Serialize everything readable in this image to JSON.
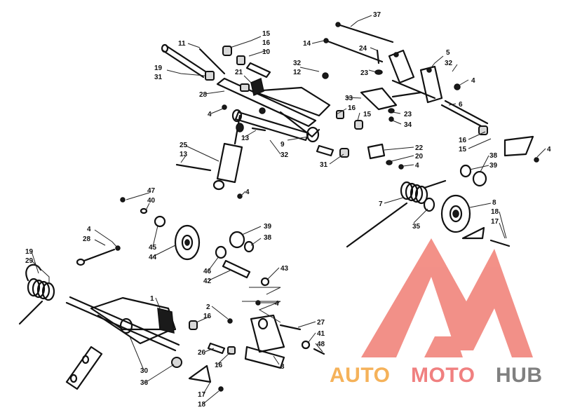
{
  "diagram": {
    "callouts": [
      {
        "id": "c37a",
        "text": "37"
      },
      {
        "id": "c15a",
        "text": "15"
      },
      {
        "id": "c16a",
        "text": "16"
      },
      {
        "id": "c10",
        "text": "10"
      },
      {
        "id": "c11",
        "text": "11"
      },
      {
        "id": "c14",
        "text": "14"
      },
      {
        "id": "c24",
        "text": "24"
      },
      {
        "id": "c5",
        "text": "5"
      },
      {
        "id": "c32a",
        "text": "32"
      },
      {
        "id": "c19a",
        "text": "19"
      },
      {
        "id": "c31a",
        "text": "31"
      },
      {
        "id": "c21",
        "text": "21"
      },
      {
        "id": "c32b",
        "text": "32"
      },
      {
        "id": "c12",
        "text": "12"
      },
      {
        "id": "c23a",
        "text": "23"
      },
      {
        "id": "c4a",
        "text": "4"
      },
      {
        "id": "c28a",
        "text": "28"
      },
      {
        "id": "c33",
        "text": "33"
      },
      {
        "id": "c4b",
        "text": "4"
      },
      {
        "id": "c16b",
        "text": "16"
      },
      {
        "id": "c15b",
        "text": "15"
      },
      {
        "id": "c6",
        "text": "6"
      },
      {
        "id": "c23b",
        "text": "23"
      },
      {
        "id": "c34",
        "text": "34"
      },
      {
        "id": "c13a",
        "text": "13"
      },
      {
        "id": "c9",
        "text": "9"
      },
      {
        "id": "c32c",
        "text": "32"
      },
      {
        "id": "c16c",
        "text": "16"
      },
      {
        "id": "c15c",
        "text": "15"
      },
      {
        "id": "c4c",
        "text": "4"
      },
      {
        "id": "c25",
        "text": "25"
      },
      {
        "id": "c13b",
        "text": "13"
      },
      {
        "id": "c22",
        "text": "22"
      },
      {
        "id": "c20",
        "text": "20"
      },
      {
        "id": "c31b",
        "text": "31"
      },
      {
        "id": "c4d",
        "text": "4"
      },
      {
        "id": "c38a",
        "text": "38"
      },
      {
        "id": "c39a",
        "text": "39"
      },
      {
        "id": "c4e",
        "text": "4"
      },
      {
        "id": "c7",
        "text": "7"
      },
      {
        "id": "c8",
        "text": "8"
      },
      {
        "id": "c47",
        "text": "47"
      },
      {
        "id": "c40",
        "text": "40"
      },
      {
        "id": "c18a",
        "text": "18"
      },
      {
        "id": "c17a",
        "text": "17"
      },
      {
        "id": "c35",
        "text": "35"
      },
      {
        "id": "c4f",
        "text": "4"
      },
      {
        "id": "c28b",
        "text": "28"
      },
      {
        "id": "c39b",
        "text": "39"
      },
      {
        "id": "c38b",
        "text": "38"
      },
      {
        "id": "c45",
        "text": "45"
      },
      {
        "id": "c44",
        "text": "44"
      },
      {
        "id": "c19b",
        "text": "19"
      },
      {
        "id": "c29",
        "text": "29"
      },
      {
        "id": "c46",
        "text": "46"
      },
      {
        "id": "c42",
        "text": "42"
      },
      {
        "id": "c43",
        "text": "43"
      },
      {
        "id": "c1",
        "text": "1"
      },
      {
        "id": "c2",
        "text": "2"
      },
      {
        "id": "c16d",
        "text": "16"
      },
      {
        "id": "c4g",
        "text": "4"
      },
      {
        "id": "c27",
        "text": "27"
      },
      {
        "id": "c41",
        "text": "41"
      },
      {
        "id": "c48",
        "text": "48"
      },
      {
        "id": "c26",
        "text": "26"
      },
      {
        "id": "c3",
        "text": "3"
      },
      {
        "id": "c30",
        "text": "30"
      },
      {
        "id": "c16e",
        "text": "16"
      },
      {
        "id": "c36",
        "text": "36"
      },
      {
        "id": "c17b",
        "text": "17"
      },
      {
        "id": "c18b",
        "text": "18"
      }
    ]
  },
  "watermark": {
    "part1": "AUTO",
    "part2": "MOTO",
    "part3": "HUB",
    "color_auto": "#f5b25a",
    "color_moto": "#f08080",
    "color_hub": "#808080",
    "logo_color": "#f28b82"
  }
}
